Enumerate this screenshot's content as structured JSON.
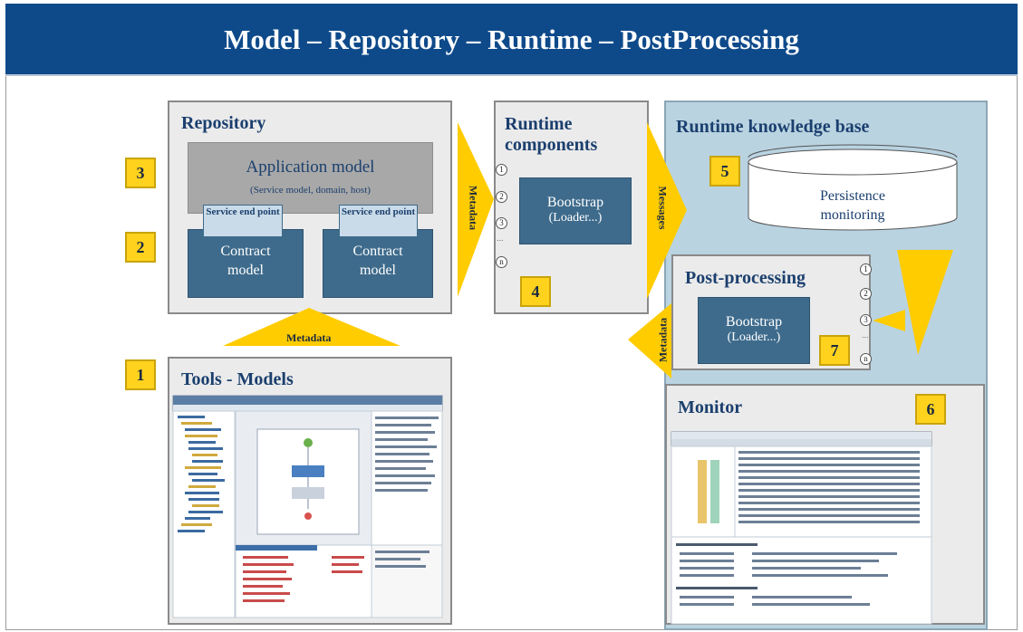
{
  "header": {
    "title": "Model – Repository – Runtime – PostProcessing"
  },
  "repository": {
    "title": "Repository",
    "app_model_title": "Application model",
    "app_model_subtitle": "(Service model, domain, host)",
    "service_end_point_left": "Service end point",
    "service_end_point_right": "Service end point",
    "contract_model_left": "Contract model",
    "contract_model_right": "Contract model"
  },
  "runtime_components": {
    "title": "Runtime components",
    "bootstrap": "Bootstrap",
    "loader": "(Loader...)"
  },
  "knowledge_base": {
    "title": "Runtime knowledge base",
    "persistence": "Persistence monitoring"
  },
  "post_processing": {
    "title": "Post-processing",
    "bootstrap": "Bootstrap",
    "loader": "(Loader...)"
  },
  "tools": {
    "title": "Tools - Models"
  },
  "monitor": {
    "title": "Monitor"
  },
  "arrows": {
    "metadata_repo_runtime": "Metadata",
    "messages": "Messages",
    "metadata_tools": "Metadata",
    "metadata_post": "Metadata"
  },
  "ports": [
    "1",
    "2",
    "3",
    "...",
    "n"
  ],
  "numbers": {
    "n1": "1",
    "n2": "2",
    "n3": "3",
    "n4": "4",
    "n5": "5",
    "n6": "6",
    "n7": "7"
  },
  "colors": {
    "header": "#0e4a8a",
    "panel": "#ebebeb",
    "knowledge_base": "#b9d3e1",
    "dark_box": "#3e6b8c",
    "arrow": "#ffcc00",
    "number_box": "#ffd21e"
  }
}
